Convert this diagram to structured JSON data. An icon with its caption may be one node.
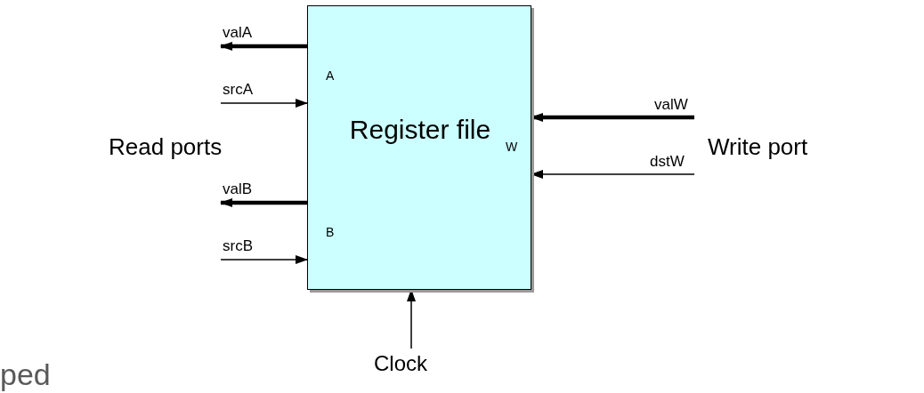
{
  "diagram": {
    "nodes": [
      {
        "text": [
          "A",
          "B",
          "Register file",
          "W"
        ]
      },
      {
        "text": [
          "Clock"
        ]
      }
    ],
    "edges": [
      {
        "from": 0,
        "to": null,
        "arrow": "to",
        "label": "valA",
        "style": "thick"
      },
      {
        "from": null,
        "to": 0,
        "arrow": "to",
        "label": "srcA"
      },
      {
        "from": 0,
        "to": null,
        "arrow": "to",
        "label": "valB",
        "style": "thick"
      },
      {
        "from": null,
        "to": 0,
        "arrow": "to",
        "label": "srcB"
      },
      {
        "from": null,
        "to": 0,
        "arrow": "to",
        "label": "valW",
        "style": "thick"
      },
      {
        "from": null,
        "to": 0,
        "arrow": "to",
        "label": "dstW"
      },
      {
        "from": 1,
        "to": 0,
        "arrow": "to"
      }
    ],
    "labels": [
      "Read ports",
      "Write port",
      "ped"
    ]
  }
}
